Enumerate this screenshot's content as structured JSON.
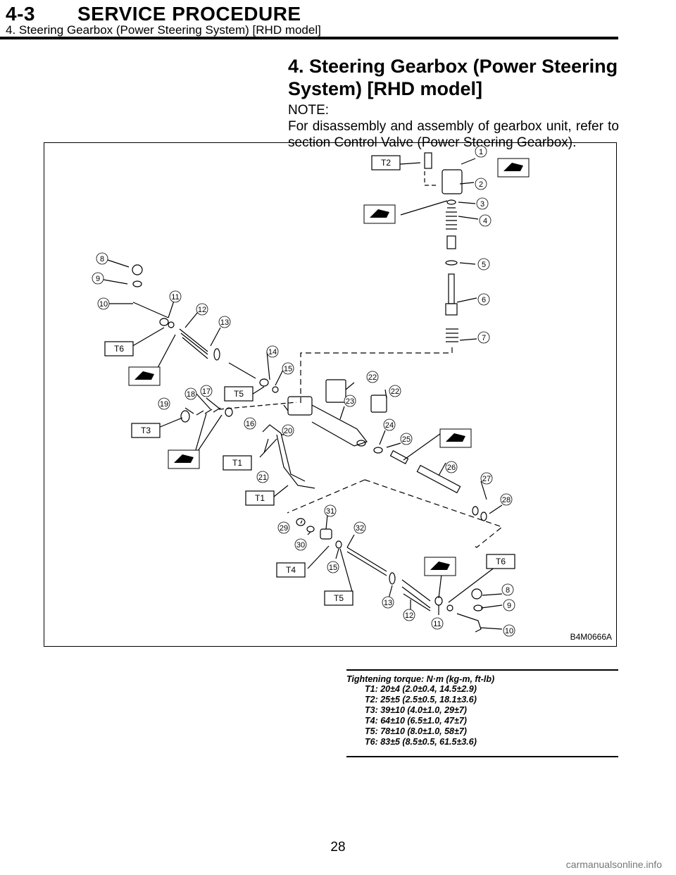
{
  "header": {
    "code": "4-3",
    "title": "SERVICE PROCEDURE",
    "subtitle": "4. Steering Gearbox (Power Steering System) [RHD model]"
  },
  "section": {
    "title": "4. Steering Gearbox (Power Steering System) [RHD model]",
    "note_label": "NOTE:",
    "note_text": "For disassembly and assembly of gearbox unit, refer to section Control Valve (Power Steering Gearbox)."
  },
  "figure": {
    "id": "B4M0666A",
    "torque_tags": [
      "T1",
      "T2",
      "T3",
      "T4",
      "T5",
      "T6"
    ],
    "part_numbers": [
      "1",
      "2",
      "3",
      "4",
      "5",
      "6",
      "7",
      "8",
      "9",
      "10",
      "11",
      "12",
      "13",
      "14",
      "15",
      "16",
      "17",
      "18",
      "19",
      "20",
      "21",
      "22",
      "23",
      "24",
      "25",
      "26",
      "27",
      "28",
      "29",
      "30",
      "31",
      "32"
    ],
    "icon": "grease-icon"
  },
  "torque": {
    "heading": "Tightening torque: N·m (kg-m, ft-lb)",
    "items": [
      "T1: 20±4 (2.0±0.4, 14.5±2.9)",
      "T2: 25±5 (2.5±0.5, 18.1±3.6)",
      "T3: 39±10 (4.0±1.0, 29±7)",
      "T4: 64±10 (6.5±1.0, 47±7)",
      "T5: 78±10 (8.0±1.0, 58±7)",
      "T6: 83±5 (8.5±0.5, 61.5±3.6)"
    ]
  },
  "footer": {
    "page_number": "28",
    "watermark": "carmanualsonline.info"
  }
}
